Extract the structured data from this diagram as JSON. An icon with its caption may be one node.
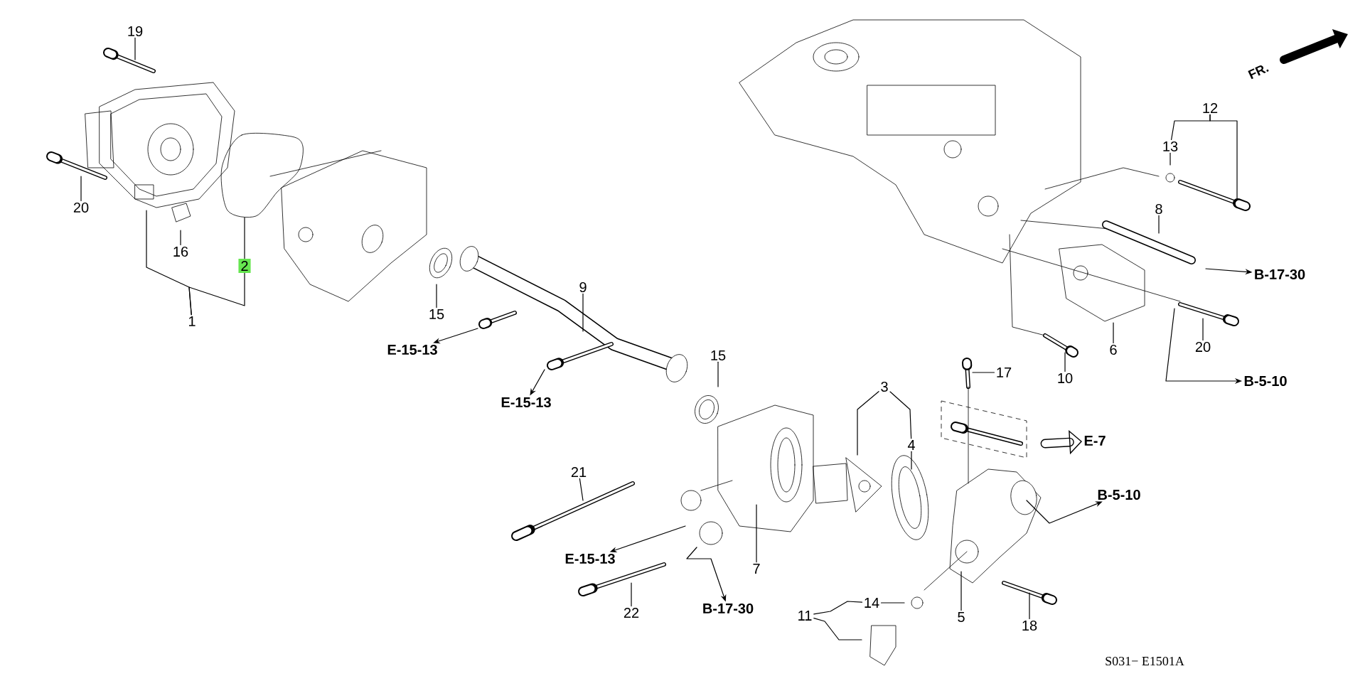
{
  "diagram": {
    "nodes": [
      {
        "text": [
          "19"
        ]
      },
      {
        "text": [
          "20"
        ]
      },
      {
        "text": [
          "16"
        ]
      },
      {
        "text": [
          "2"
        ]
      },
      {
        "text": [
          "1"
        ]
      },
      {
        "text": [
          "15"
        ]
      },
      {
        "text": [
          "9"
        ]
      },
      {
        "text": [
          "E-15-13"
        ]
      },
      {
        "text": [
          "E-15-13"
        ]
      },
      {
        "text": [
          "15"
        ]
      },
      {
        "text": [
          "3"
        ]
      },
      {
        "text": [
          "4"
        ]
      },
      {
        "text": [
          "21"
        ]
      },
      {
        "text": [
          "E-15-13"
        ]
      },
      {
        "text": [
          "7"
        ]
      },
      {
        "text": [
          "22"
        ]
      },
      {
        "text": [
          "B-17-30"
        ]
      },
      {
        "text": [
          "11"
        ]
      },
      {
        "text": [
          "14"
        ]
      },
      {
        "text": [
          "5"
        ]
      },
      {
        "text": [
          "18"
        ]
      },
      {
        "text": [
          "17"
        ]
      },
      {
        "text": [
          "E-7"
        ]
      },
      {
        "text": [
          "B-5-10"
        ]
      },
      {
        "text": [
          "12"
        ]
      },
      {
        "text": [
          "13"
        ]
      },
      {
        "text": [
          "8"
        ]
      },
      {
        "text": [
          "B-17-30"
        ]
      },
      {
        "text": [
          "6"
        ]
      },
      {
        "text": [
          "10"
        ]
      },
      {
        "text": [
          "20"
        ]
      },
      {
        "text": [
          "B-5-10"
        ]
      }
    ],
    "edges": [
      {
        "from": 0,
        "to": null,
        "arrow": "none"
      },
      {
        "from": 1,
        "to": null,
        "arrow": "none"
      },
      {
        "from": 2,
        "to": null,
        "arrow": "none"
      },
      {
        "from": 3,
        "to": null,
        "arrow": "none"
      },
      {
        "from": 4,
        "to": null,
        "arrow": "none"
      },
      {
        "from": 4,
        "to": 3,
        "arrow": "none"
      },
      {
        "from": 5,
        "to": null,
        "arrow": "none"
      },
      {
        "from": 6,
        "to": null,
        "arrow": "none"
      },
      {
        "from": null,
        "to": 7,
        "arrow": "to"
      },
      {
        "from": null,
        "to": 8,
        "arrow": "to"
      },
      {
        "from": 9,
        "to": null,
        "arrow": "none"
      },
      {
        "from": 10,
        "to": null,
        "arrow": "none"
      },
      {
        "from": 10,
        "to": 11,
        "arrow": "none"
      },
      {
        "from": 11,
        "to": null,
        "arrow": "none"
      },
      {
        "from": 12,
        "to": null,
        "arrow": "none"
      },
      {
        "from": null,
        "to": 13,
        "arrow": "to"
      },
      {
        "from": 14,
        "to": null,
        "arrow": "none"
      },
      {
        "from": 15,
        "to": null,
        "arrow": "none"
      },
      {
        "from": null,
        "to": 16,
        "arrow": "to"
      },
      {
        "from": 17,
        "to": 18,
        "arrow": "none"
      },
      {
        "from": 17,
        "to": null,
        "arrow": "none"
      },
      {
        "from": 18,
        "to": null,
        "arrow": "none"
      },
      {
        "from": 19,
        "to": null,
        "arrow": "none"
      },
      {
        "from": 20,
        "to": null,
        "arrow": "none"
      },
      {
        "from": 21,
        "to": null,
        "arrow": "none"
      },
      {
        "from": null,
        "to": 22,
        "arrow": "to",
        "style": "thick"
      },
      {
        "from": null,
        "to": 23,
        "arrow": "to"
      },
      {
        "from": 24,
        "to": 25,
        "arrow": "none"
      },
      {
        "from": 24,
        "to": null,
        "arrow": "none"
      },
      {
        "from": 25,
        "to": null,
        "arrow": "none"
      },
      {
        "from": 26,
        "to": null,
        "arrow": "none"
      },
      {
        "from": null,
        "to": 27,
        "arrow": "to"
      },
      {
        "from": 28,
        "to": null,
        "arrow": "none"
      },
      {
        "from": 29,
        "to": null,
        "arrow": "none"
      },
      {
        "from": 30,
        "to": null,
        "arrow": "none"
      },
      {
        "from": null,
        "to": 31,
        "arrow": "to"
      }
    ],
    "labels": [
      "FR.",
      "S031− E1501A"
    ]
  }
}
